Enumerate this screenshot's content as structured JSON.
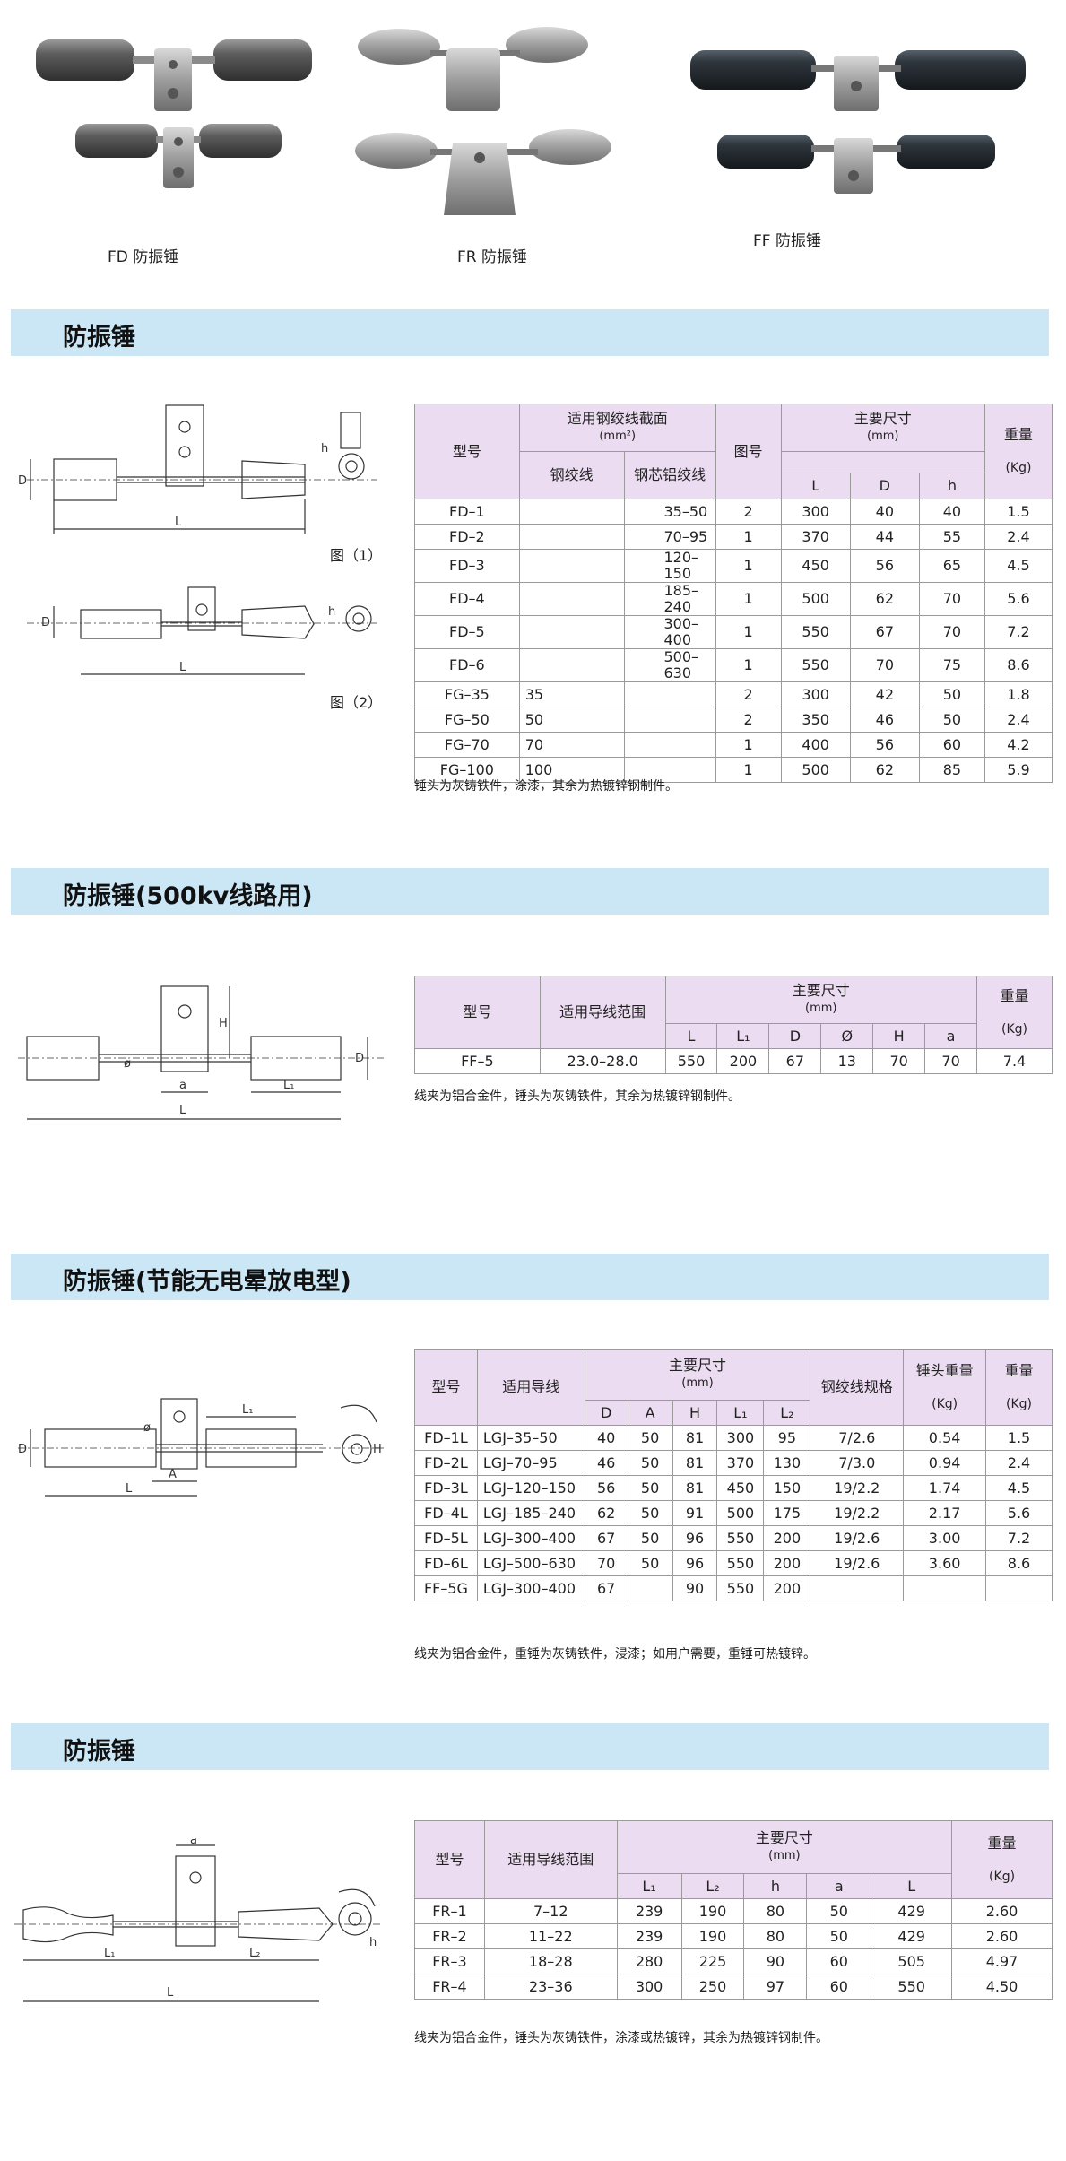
{
  "photos": [
    "FD 防振锤",
    "FR 防振锤",
    "FF 防振锤"
  ],
  "s1": {
    "title": "防振锤",
    "fig1": "图（1）",
    "fig2": "图（2）",
    "h": {
      "model": "型号",
      "range": "适用钢绞线截面",
      "unit": "(mm²)",
      "steel": "钢绞线",
      "acsr": "钢芯铝绞线",
      "fig": "图号",
      "dims": "主要尺寸",
      "dims_unit": "(mm)",
      "L": "L",
      "D": "D",
      "hh": "h",
      "weight": "重量",
      "wunit": "(Kg)"
    },
    "rows": [
      [
        "FD–1",
        "",
        "35–50",
        "2",
        "300",
        "40",
        "40",
        "1.5"
      ],
      [
        "FD–2",
        "",
        "70–95",
        "1",
        "370",
        "44",
        "55",
        "2.4"
      ],
      [
        "FD–3",
        "",
        "120–150",
        "1",
        "450",
        "56",
        "65",
        "4.5"
      ],
      [
        "FD–4",
        "",
        "185–240",
        "1",
        "500",
        "62",
        "70",
        "5.6"
      ],
      [
        "FD–5",
        "",
        "300–400",
        "1",
        "550",
        "67",
        "70",
        "7.2"
      ],
      [
        "FD–6",
        "",
        "500–630",
        "1",
        "550",
        "70",
        "75",
        "8.6"
      ],
      [
        "FG–35",
        "35",
        "",
        "2",
        "300",
        "42",
        "50",
        "1.8"
      ],
      [
        "FG–50",
        "50",
        "",
        "2",
        "350",
        "46",
        "50",
        "2.4"
      ],
      [
        "FG–70",
        "70",
        "",
        "1",
        "400",
        "56",
        "60",
        "4.2"
      ],
      [
        "FG–100",
        "100",
        "",
        "1",
        "500",
        "62",
        "85",
        "5.9"
      ]
    ],
    "note": "锤头为灰铸铁件，涂漆，其余为热镀锌钢制件。"
  },
  "s2": {
    "title": "防振锤(500kv线路用)",
    "h": {
      "model": "型号",
      "range": "适用导线范围",
      "dims": "主要尺寸",
      "dims_unit": "(mm)",
      "L": "L",
      "L1": "L₁",
      "D": "D",
      "phi": "Ø",
      "H": "H",
      "a": "a",
      "weight": "重量",
      "wunit": "(Kg)"
    },
    "rows": [
      [
        "FF–5",
        "23.0–28.0",
        "550",
        "200",
        "67",
        "13",
        "70",
        "70",
        "7.4"
      ]
    ],
    "note": "线夹为铝合金件，锤头为灰铸铁件，其余为热镀锌钢制件。"
  },
  "s3": {
    "title": "防振锤(节能无电晕放电型)",
    "h": {
      "model": "型号",
      "cond": "适用导线",
      "dims": "主要尺寸",
      "dims_unit": "(mm)",
      "D": "D",
      "A": "A",
      "H": "H",
      "L1": "L₁",
      "L2": "L₂",
      "strand": "钢绞线规格",
      "hw": "锤头重量",
      "hwunit": "(Kg)",
      "weight": "重量",
      "wunit": "(Kg)"
    },
    "rows": [
      [
        "FD–1L",
        "LGJ–35–50",
        "40",
        "50",
        "81",
        "300",
        "95",
        "7/2.6",
        "0.54",
        "1.5"
      ],
      [
        "FD–2L",
        "LGJ–70–95",
        "46",
        "50",
        "81",
        "370",
        "130",
        "7/3.0",
        "0.94",
        "2.4"
      ],
      [
        "FD–3L",
        "LGJ–120–150",
        "56",
        "50",
        "81",
        "450",
        "150",
        "19/2.2",
        "1.74",
        "4.5"
      ],
      [
        "FD–4L",
        "LGJ–185–240",
        "62",
        "50",
        "91",
        "500",
        "175",
        "19/2.2",
        "2.17",
        "5.6"
      ],
      [
        "FD–5L",
        "LGJ–300–400",
        "67",
        "50",
        "96",
        "550",
        "200",
        "19/2.6",
        "3.00",
        "7.2"
      ],
      [
        "FD–6L",
        "LGJ–500–630",
        "70",
        "50",
        "96",
        "550",
        "200",
        "19/2.6",
        "3.60",
        "8.6"
      ],
      [
        "FF–5G",
        "LGJ–300–400",
        "67",
        "",
        "90",
        "550",
        "200",
        "",
        "",
        ""
      ]
    ],
    "note": "线夹为铝合金件，重锤为灰铸铁件，浸漆；如用户需要，重锤可热镀锌。"
  },
  "s4": {
    "title": "防振锤",
    "h": {
      "model": "型号",
      "range": "适用导线范围",
      "dims": "主要尺寸",
      "dims_unit": "(mm)",
      "L1": "L₁",
      "L2": "L₂",
      "hh": "h",
      "a": "a",
      "L": "L",
      "weight": "重量",
      "wunit": "(Kg)"
    },
    "rows": [
      [
        "FR–1",
        "7–12",
        "239",
        "190",
        "80",
        "50",
        "429",
        "2.60"
      ],
      [
        "FR–2",
        "11–22",
        "239",
        "190",
        "80",
        "50",
        "429",
        "2.60"
      ],
      [
        "FR–3",
        "18–28",
        "280",
        "225",
        "90",
        "60",
        "505",
        "4.97"
      ],
      [
        "FR–4",
        "23–36",
        "300",
        "250",
        "97",
        "60",
        "550",
        "4.50"
      ]
    ],
    "note": "线夹为铝合金件，锤头为灰铸铁件，涂漆或热镀锌，其余为热镀锌钢制件。"
  }
}
